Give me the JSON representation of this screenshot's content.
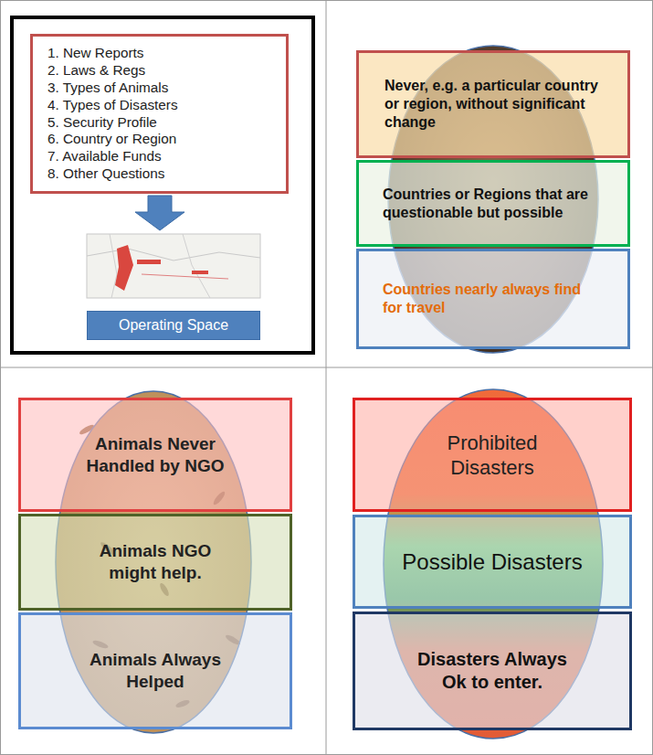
{
  "diagram": {
    "nodes": [
      {
        "text": [
          "1. New Reports",
          "2. Laws & Regs",
          "3. Types of Animals",
          "4. Types of Disasters",
          "5. Security Profile",
          "6. Country or Region",
          "7. Available Funds",
          "8. Other Questions"
        ]
      },
      {
        "text": [
          "Operating Space"
        ]
      },
      {
        "text": [
          "Never, e.g. a particular country or region, without significant change"
        ]
      },
      {
        "text": [
          "Countries or Regions that are questionable but possible"
        ]
      },
      {
        "text": [
          "Countries nearly always find for travel"
        ]
      },
      {
        "text": [
          "Animals Never Handled by NGO"
        ]
      },
      {
        "text": [
          "Animals NGO might help."
        ]
      },
      {
        "text": [
          "Animals Always Helped"
        ]
      },
      {
        "text": [
          "Prohibited Disasters"
        ]
      },
      {
        "text": [
          "Possible Disasters"
        ]
      },
      {
        "text": [
          "Disasters Always Ok to enter."
        ]
      }
    ]
  }
}
